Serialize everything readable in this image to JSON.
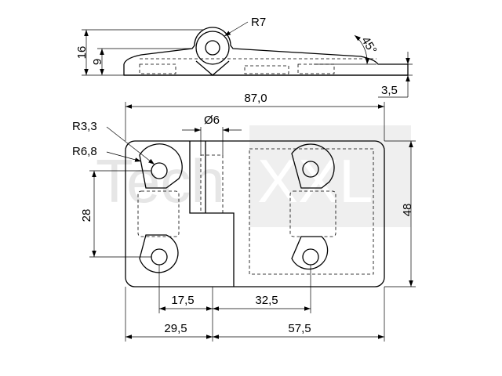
{
  "watermark": {
    "left": "Tech",
    "right": "XXL"
  },
  "dimensions": {
    "radius_knuckle": "R7",
    "height_total": "16",
    "height_leaf": "9",
    "angle": "45°",
    "thickness": "3,5",
    "length_total": "87,0",
    "pin_diameter": "Ø6",
    "radius_hole": "R3,3",
    "radius_boss": "R6,8",
    "hole_spacing_vertical": "28",
    "width_total": "48",
    "hole_offset_left": "17,5",
    "hole_spacing_right": "32,5",
    "leaf_left_width": "29,5",
    "leaf_right_width": "57,5"
  },
  "colors": {
    "line": "#000000",
    "watermark": "#e6e6e6"
  }
}
